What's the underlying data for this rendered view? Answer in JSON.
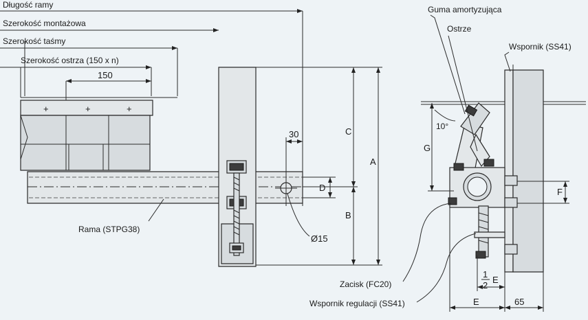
{
  "labels": {
    "frame_length": "Długość ramy",
    "mounting_width": "Szerokość montażowa",
    "belt_width": "Szerokość taśmy",
    "blade_width": "Szerokość ostrza (150 x n)",
    "frame": "Rama (STPG38)",
    "clamp": "Zacisk (FC20)",
    "adjust_bracket": "Wspornik regulacji (SS41)",
    "rubber": "Guma amortyzująca",
    "blade": "Ostrze",
    "bracket": "Wspornik (SS41)"
  },
  "dims": {
    "d150": "150",
    "d30": "30",
    "A": "A",
    "B": "B",
    "C": "C",
    "D": "D",
    "F": "F",
    "G": "G",
    "E": "E",
    "half_num": "1",
    "half_den": "2",
    "half_E": "E",
    "d65": "65",
    "hole": "Ø15",
    "angle": "10°"
  },
  "blade_marks": [
    "+",
    "+",
    "+"
  ]
}
